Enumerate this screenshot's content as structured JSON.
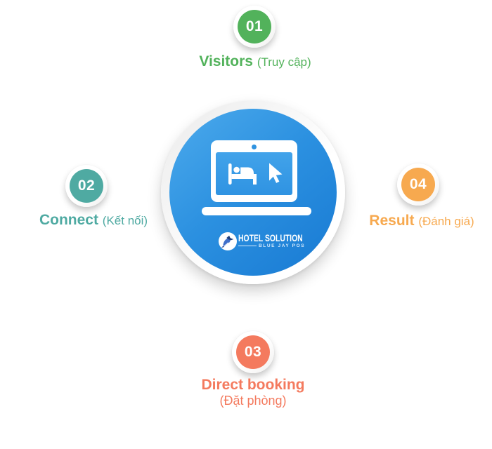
{
  "diagram": {
    "nodes": [
      {
        "id": "visitors",
        "number": "01",
        "label": "Visitors",
        "sub": "(Truy cập)",
        "color": "#52b25b"
      },
      {
        "id": "connect",
        "number": "02",
        "label": "Connect",
        "sub": "(Kết nối)",
        "color": "#4faaa2"
      },
      {
        "id": "direct-booking",
        "number": "03",
        "label": "Direct booking",
        "sub": "(Đặt phòng)",
        "color": "#f47a5e"
      },
      {
        "id": "result",
        "number": "04",
        "label": "Result",
        "sub": "(Đánh giá)",
        "color": "#f7a94f"
      }
    ],
    "center": {
      "logo_title": "HOTEL SOLUTION",
      "logo_subtitle": "BLUE JAY POS",
      "colors": {
        "disc_blue_light": "#47a6ea",
        "disc_blue_dark": "#1a7cd4",
        "ring_white": "#ffffff"
      },
      "icons": {
        "laptop": "laptop-icon",
        "camera": "camera-dot-icon",
        "bed": "bed-icon",
        "cursor": "cursor-arrow-icon",
        "bird": "blue-jay-icon"
      }
    }
  }
}
